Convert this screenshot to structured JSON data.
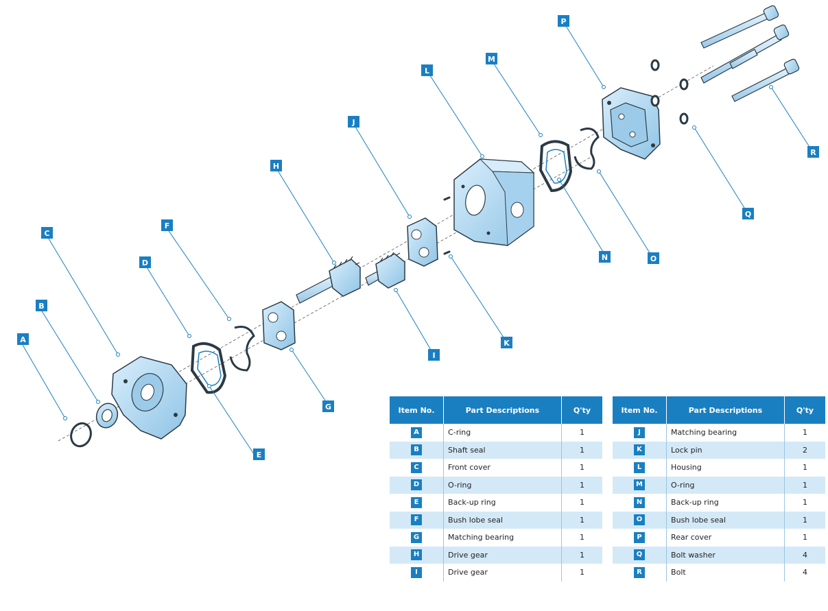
{
  "callouts": {
    "A": "A",
    "B": "B",
    "C": "C",
    "D": "D",
    "E": "E",
    "F": "F",
    "G": "G",
    "H": "H",
    "I": "I",
    "J": "J",
    "K": "K",
    "L": "L",
    "M": "M",
    "N": "N",
    "O": "O",
    "P": "P",
    "Q": "Q",
    "R": "R"
  },
  "table": {
    "headers": {
      "item": "Item No.",
      "desc": "Part Descriptions",
      "qty": "Q'ty"
    },
    "left": [
      {
        "item": "A",
        "desc": "C-ring",
        "qty": "1"
      },
      {
        "item": "B",
        "desc": "Shaft seal",
        "qty": "1"
      },
      {
        "item": "C",
        "desc": "Front cover",
        "qty": "1"
      },
      {
        "item": "D",
        "desc": "O-ring",
        "qty": "1"
      },
      {
        "item": "E",
        "desc": "Back-up ring",
        "qty": "1"
      },
      {
        "item": "F",
        "desc": "Bush lobe seal",
        "qty": "1"
      },
      {
        "item": "G",
        "desc": "Matching bearing",
        "qty": "1"
      },
      {
        "item": "H",
        "desc": "Drive gear",
        "qty": "1"
      },
      {
        "item": "I",
        "desc": "Drive gear",
        "qty": "1"
      }
    ],
    "right": [
      {
        "item": "J",
        "desc": "Matching bearing",
        "qty": "1"
      },
      {
        "item": "K",
        "desc": "Lock pin",
        "qty": "2"
      },
      {
        "item": "L",
        "desc": "Housing",
        "qty": "1"
      },
      {
        "item": "M",
        "desc": "O-ring",
        "qty": "1"
      },
      {
        "item": "N",
        "desc": "Back-up ring",
        "qty": "1"
      },
      {
        "item": "O",
        "desc": "Bush lobe seal",
        "qty": "1"
      },
      {
        "item": "P",
        "desc": "Rear cover",
        "qty": "1"
      },
      {
        "item": "Q",
        "desc": "Bolt washer",
        "qty": "4"
      },
      {
        "item": "R",
        "desc": "Bolt",
        "qty": "4"
      }
    ]
  },
  "colors": {
    "accent": "#1a7fc1",
    "part_fill": "#bfe0f5",
    "part_stroke": "#2b3a44",
    "row_alt": "#d4e9f7"
  }
}
